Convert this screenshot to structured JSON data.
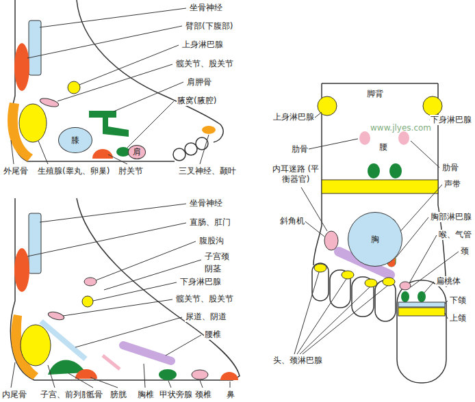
{
  "diagram": {
    "nodes": [
      {
        "text": [
          "膝"
        ]
      },
      {
        "text": [
          "肩"
        ]
      },
      {
        "text": [
          "胸"
        ]
      }
    ],
    "labels": [
      "坐骨神经",
      "臂部(下腹部)",
      "上身淋巴腺",
      "髋关节、股关节",
      "肩胛骨",
      "腋窝(腋腔)",
      "外尾骨",
      "生殖腺(睾丸、卵巢)",
      "肘关节",
      "三叉神经、颞叶",
      "坐骨神经",
      "直肠、肛门",
      "腹股沟",
      "子宫颈",
      "阴茎",
      "下身淋巴腺",
      "髋关节、股关节",
      "尿道、阴道",
      "腰椎",
      "内尾骨",
      "子宫、前列腺",
      "骶骨",
      "膀胱",
      "胸椎",
      "甲状旁腺",
      "颈椎",
      "鼻",
      "脚背",
      "上身淋巴腺",
      "下身淋巴腺",
      "肋骨",
      "腰",
      "肋骨",
      "内耳迷路 (平衡器官)",
      "声带",
      "斜角机",
      "胸部淋巴腺",
      "喉、气管",
      "颈",
      "扁桃体",
      "下颌",
      "上颌",
      "头、颈淋巴腺",
      "www.jlyes.com"
    ]
  }
}
